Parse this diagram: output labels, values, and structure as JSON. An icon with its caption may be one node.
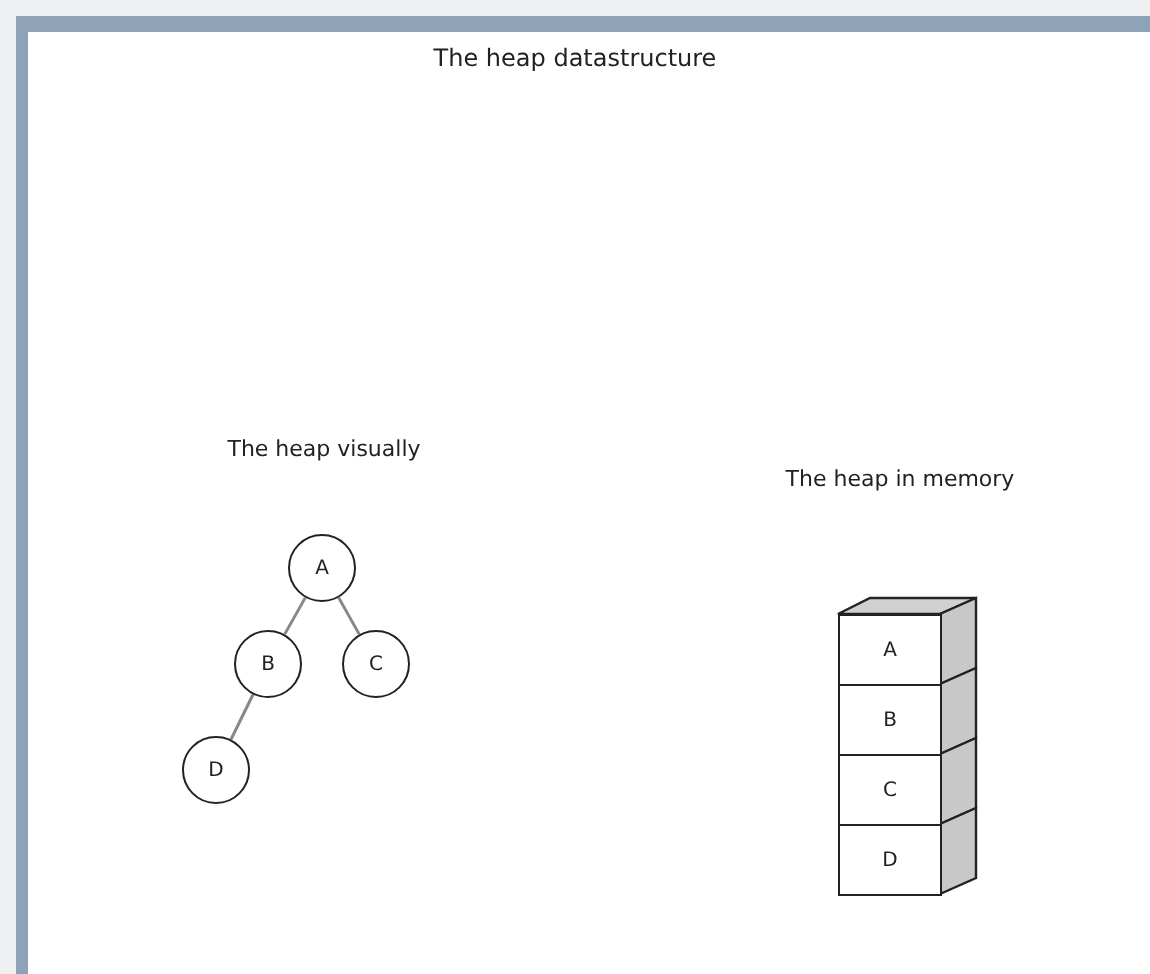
{
  "diagram": {
    "title": "The heap datastructure",
    "nodes": [
      {
        "text": [
          "A"
        ]
      },
      {
        "text": [
          "B"
        ]
      },
      {
        "text": [
          "C"
        ]
      },
      {
        "text": [
          "D"
        ]
      },
      {
        "text": [
          "A"
        ]
      },
      {
        "text": [
          "B"
        ]
      },
      {
        "text": [
          "C"
        ]
      },
      {
        "text": [
          "D"
        ]
      }
    ],
    "edges": [
      {
        "from": 0,
        "to": 1,
        "arrow": "none"
      },
      {
        "from": 0,
        "to": 2,
        "arrow": "none"
      },
      {
        "from": 1,
        "to": 3,
        "arrow": "none"
      }
    ],
    "labels": [
      "The heap visually",
      "The heap in memory"
    ]
  }
}
